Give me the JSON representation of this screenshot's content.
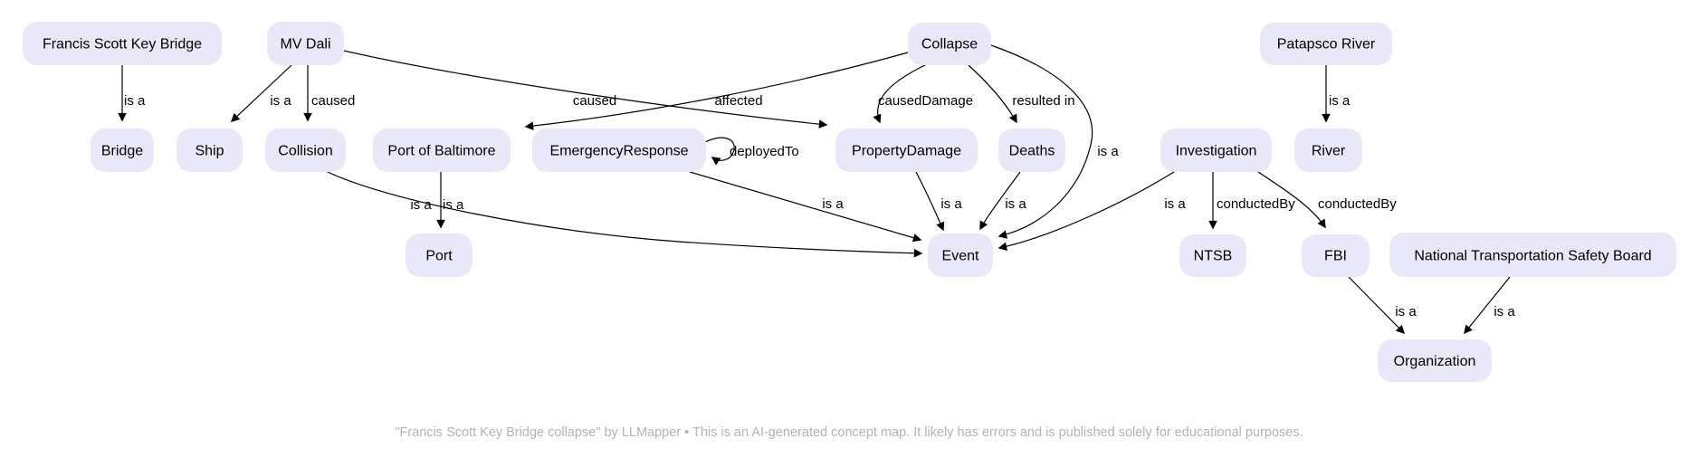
{
  "nodes": [
    {
      "id": "francis-scott-key-bridge",
      "label": "Francis Scott Key Bridge"
    },
    {
      "id": "mv-dali",
      "label": "MV Dali"
    },
    {
      "id": "collapse",
      "label": "Collapse"
    },
    {
      "id": "patapsco-river",
      "label": "Patapsco River"
    },
    {
      "id": "bridge",
      "label": "Bridge"
    },
    {
      "id": "ship",
      "label": "Ship"
    },
    {
      "id": "collision",
      "label": "Collision"
    },
    {
      "id": "port-of-baltimore",
      "label": "Port of Baltimore"
    },
    {
      "id": "emergency-response",
      "label": "EmergencyResponse"
    },
    {
      "id": "property-damage",
      "label": "PropertyDamage"
    },
    {
      "id": "deaths",
      "label": "Deaths"
    },
    {
      "id": "investigation",
      "label": "Investigation"
    },
    {
      "id": "river",
      "label": "River"
    },
    {
      "id": "port",
      "label": "Port"
    },
    {
      "id": "event",
      "label": "Event"
    },
    {
      "id": "ntsb",
      "label": "NTSB"
    },
    {
      "id": "fbi",
      "label": "FBI"
    },
    {
      "id": "ntsb-board",
      "label": "National Transportation Safety Board"
    },
    {
      "id": "organization",
      "label": "Organization"
    }
  ],
  "edges": [
    {
      "from": "francis-scott-key-bridge",
      "to": "bridge",
      "label": "is a"
    },
    {
      "from": "mv-dali",
      "to": "ship",
      "label": "is a"
    },
    {
      "from": "mv-dali",
      "to": "collision",
      "label": "caused"
    },
    {
      "from": "mv-dali",
      "to": "property-damage",
      "label": "caused"
    },
    {
      "from": "collapse",
      "to": "port-of-baltimore",
      "label": "affected"
    },
    {
      "from": "collapse",
      "to": "property-damage",
      "label": "causedDamage"
    },
    {
      "from": "collapse",
      "to": "deaths",
      "label": "resulted in"
    },
    {
      "from": "collapse",
      "to": "event",
      "label": "is a"
    },
    {
      "from": "patapsco-river",
      "to": "river",
      "label": "is a"
    },
    {
      "from": "port-of-baltimore",
      "to": "port",
      "label": "is a"
    },
    {
      "from": "collision",
      "to": "event",
      "label": "is a"
    },
    {
      "from": "emergency-response",
      "to": "event",
      "label": "is a"
    },
    {
      "from": "property-damage",
      "to": "event",
      "label": "is a"
    },
    {
      "from": "deaths",
      "to": "event",
      "label": "is a"
    },
    {
      "from": "investigation",
      "to": "event",
      "label": "is a"
    },
    {
      "from": "investigation",
      "to": "ntsb",
      "label": "conductedBy"
    },
    {
      "from": "investigation",
      "to": "fbi",
      "label": "conductedBy"
    },
    {
      "from": "emergency-response",
      "to": "emergency-response",
      "label": "deployedTo"
    },
    {
      "from": "fbi",
      "to": "organization",
      "label": "is a"
    },
    {
      "from": "ntsb-board",
      "to": "organization",
      "label": "is a"
    }
  ],
  "footer": {
    "text": "\"Francis Scott Key Bridge collapse\" by LLMapper • This is an AI-generated concept map. It likely has errors and is published solely for educational purposes."
  },
  "colors": {
    "background": "#FFFFFF",
    "node_fill": "#E8E8F8",
    "node_text": "#000000",
    "edge": "#000000",
    "footer_text": "#B3B3B3"
  }
}
